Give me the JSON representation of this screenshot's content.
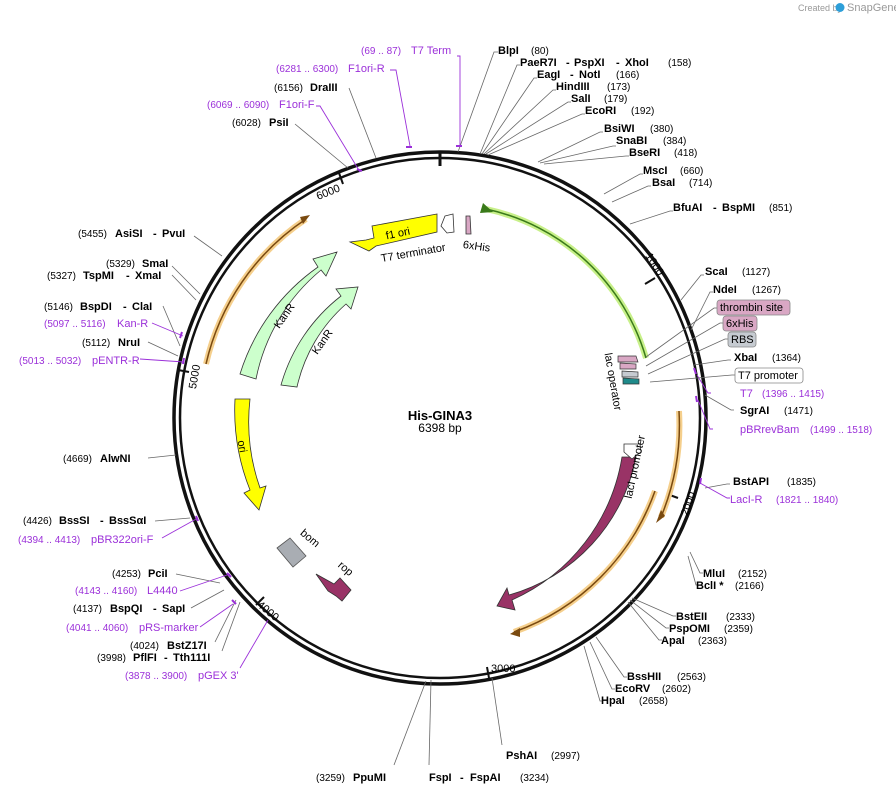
{
  "header": {
    "created_by": "Created by",
    "brand": "SnapGene"
  },
  "plasmid": {
    "name": "His-GINA3",
    "size": "6398 bp"
  },
  "ticks": [
    "1000",
    "2000",
    "3000",
    "4000",
    "5000",
    "6000"
  ],
  "enzymes": [
    {
      "name": "BlpI",
      "pos": "(80)"
    },
    {
      "name": "PaeR7I",
      "name2": "PspXI",
      "name3": "XhoI",
      "pos": "(158)"
    },
    {
      "name": "EagI",
      "name2": "NotI",
      "pos": "(166)"
    },
    {
      "name": "HindIII",
      "pos": "(173)"
    },
    {
      "name": "SalI",
      "pos": "(179)"
    },
    {
      "name": "EcoRI",
      "pos": "(192)"
    },
    {
      "name": "BsiWI",
      "pos": "(380)"
    },
    {
      "name": "SnaBI",
      "pos": "(384)"
    },
    {
      "name": "BseRI",
      "pos": "(418)"
    },
    {
      "name": "MscI",
      "pos": "(660)"
    },
    {
      "name": "BsaI",
      "pos": "(714)"
    },
    {
      "name": "BfuAI",
      "name2": "BspMI",
      "pos": "(851)"
    },
    {
      "name": "ScaI",
      "pos": "(1127)"
    },
    {
      "name": "NdeI",
      "pos": "(1267)"
    },
    {
      "name": "XbaI",
      "pos": "(1364)"
    },
    {
      "name": "SgrAI",
      "pos": "(1471)"
    },
    {
      "name": "BstAPI",
      "pos": "(1835)"
    },
    {
      "name": "MluI",
      "pos": "(2152)"
    },
    {
      "name": "BclI *",
      "pos": "(2166)"
    },
    {
      "name": "BstEII",
      "pos": "(2333)"
    },
    {
      "name": "PspOMI",
      "pos": "(2359)"
    },
    {
      "name": "ApaI",
      "pos": "(2363)"
    },
    {
      "name": "BssHII",
      "pos": "(2563)"
    },
    {
      "name": "EcoRV",
      "pos": "(2602)"
    },
    {
      "name": "HpaI",
      "pos": "(2658)"
    },
    {
      "name": "PshAI",
      "pos": "(2997)"
    },
    {
      "name": "FspI",
      "name2": "FspAI",
      "pos": "(3234)"
    },
    {
      "name": "PpuMI",
      "pos": "(3259)"
    },
    {
      "name": "PflFI",
      "name2": "Tth111I",
      "pos": "(3998)"
    },
    {
      "name": "BstZ17I",
      "pos": "(4024)"
    },
    {
      "name": "BspQI",
      "name2": "SapI",
      "pos": "(4137)"
    },
    {
      "name": "PciI",
      "pos": "(4253)"
    },
    {
      "name": "BssSI",
      "name2": "BssSαI",
      "pos": "(4426)"
    },
    {
      "name": "AlwNI",
      "pos": "(4669)"
    },
    {
      "name": "NruI",
      "pos": "(5112)"
    },
    {
      "name": "BspDI",
      "name2": "ClaI",
      "pos": "(5146)"
    },
    {
      "name": "TspMI",
      "name2": "XmaI",
      "pos": "(5327)"
    },
    {
      "name": "SmaI",
      "pos": "(5329)"
    },
    {
      "name": "AsiSI",
      "name2": "PvuI",
      "pos": "(5455)"
    },
    {
      "name": "PsiI",
      "pos": "(6028)"
    },
    {
      "name": "DraIII",
      "pos": "(6156)"
    }
  ],
  "primers": [
    {
      "name": "T7 Term",
      "range": "(69 .. 87)"
    },
    {
      "name": "F1ori-R",
      "range": "(6281 .. 6300)"
    },
    {
      "name": "F1ori-F",
      "range": "(6069 .. 6090)"
    },
    {
      "name": "T7",
      "range": "(1396 .. 1415)"
    },
    {
      "name": "pBRrevBam",
      "range": "(1499 .. 1518)"
    },
    {
      "name": "LacI-R",
      "range": "(1821 .. 1840)"
    },
    {
      "name": "L4440",
      "range": "(4143 .. 4160)"
    },
    {
      "name": "pRS-marker",
      "range": "(4041 .. 4060)"
    },
    {
      "name": "pGEX 3'",
      "range": "(3878 .. 3900)"
    },
    {
      "name": "pBR322ori-F",
      "range": "(4394 .. 4413)"
    },
    {
      "name": "Kan-R",
      "range": "(5097 .. 5116)"
    },
    {
      "name": "pENTR-R",
      "range": "(5013 .. 5032)"
    }
  ],
  "boxed_features": {
    "thrombin_site": "thrombin site",
    "his_tag": "6xHis",
    "rbs": "RBS",
    "t7_promoter": "T7 promoter"
  },
  "features": {
    "f1_ori": "f1 ori",
    "t7_terminator": "T7 terminator",
    "his_tag_inner": "6xHis",
    "kanr_outer": "KanR",
    "kanr_inner": "KanR",
    "ori": "ori",
    "bom": "bom",
    "rop": "rop",
    "laci": "lacI",
    "laci_promoter": "lacI promoter",
    "lac_operator": "lac operator"
  },
  "colors": {
    "backbone": "#111111",
    "f1_ori": "#ffff00",
    "kanr": "#ccffcc",
    "ori": "#ffff00",
    "laci": "#993366",
    "rop": "#993366",
    "bom": "#a9adb3",
    "orf": "#f0b060",
    "primer": "#9b30d9",
    "his": "#d9a7c4",
    "rbs": "#c6cbd1"
  }
}
